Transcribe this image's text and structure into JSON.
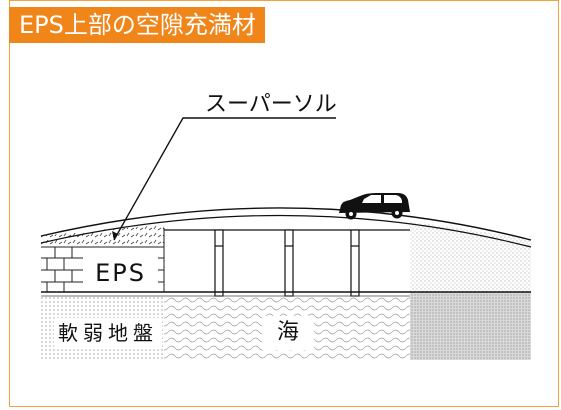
{
  "title": "EPS上部の空隙充満材",
  "labels": {
    "callout": "スーパーソル",
    "eps": "EPS",
    "soft_ground": "軟弱地盤",
    "sea": "海"
  },
  "colors": {
    "accent": "#f08519",
    "frame": "#f6a13a",
    "line": "#111111"
  },
  "icons": {
    "vehicle": "car-icon"
  }
}
